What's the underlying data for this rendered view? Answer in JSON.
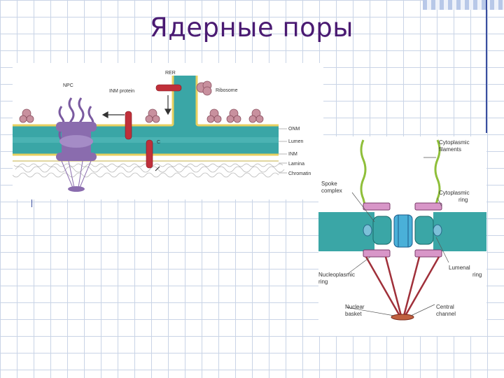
{
  "slide": {
    "title": "Ядерные поры"
  },
  "figure_left": {
    "labels": {
      "npc": "NPC",
      "inm_protein": "INM protein",
      "rer": "RER",
      "ribosome": "Ribosome",
      "onm": "ONM",
      "lumen": "Lumen",
      "inm": "INM",
      "lamina": "Lamina",
      "chromatin": "Chromatin",
      "c": "C"
    }
  },
  "figure_right": {
    "labels": {
      "cyto_filaments_1": "Cytoplasmic",
      "cyto_filaments_2": "filaments",
      "cyto_ring_1": "Cytoplasmic",
      "cyto_ring_2": "ring",
      "spoke_1": "Spoke",
      "spoke_2": "complex",
      "lumenal_1": "Lumenal",
      "lumenal_2": "ring",
      "nucleoplasmic_1": "Nucleoplasmic",
      "nucleoplasmic_2": "ring",
      "basket_1": "Nuclear",
      "basket_2": "basket",
      "central_1": "Central",
      "central_2": "channel"
    }
  },
  "colors": {
    "title": "#4a1a72",
    "membrane": "#3aa6a6",
    "membrane_edge": "#e8d060",
    "npc": "#8a6cae",
    "protein": "#c0303a",
    "ribosome": "#c8909e",
    "filament": "#8fbf3a",
    "basket": "#a0303a",
    "ring": "#d896c8"
  }
}
